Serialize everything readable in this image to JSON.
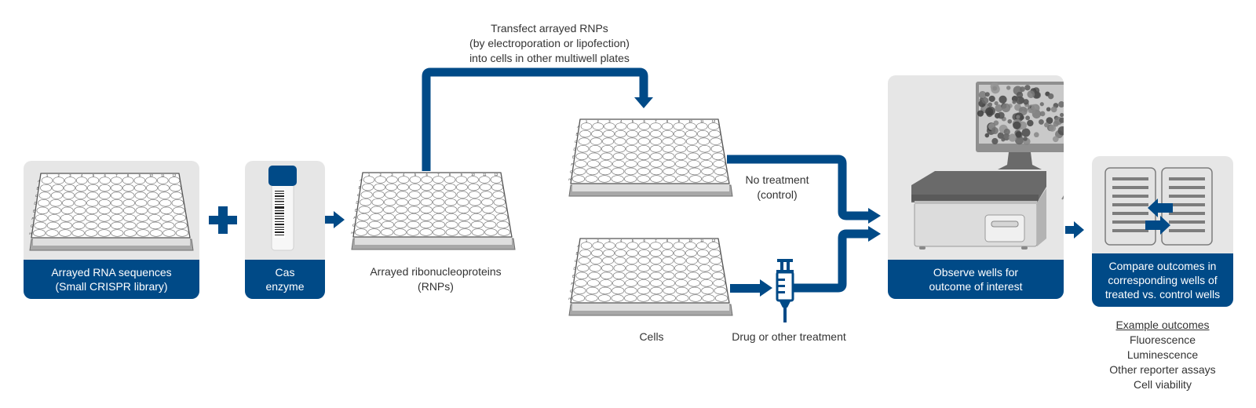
{
  "colors": {
    "accent": "#004a87",
    "panel_bg": "#e6e6e6",
    "text": "#333333"
  },
  "steps": {
    "library": {
      "label_line1": "Arrayed RNA sequences",
      "label_line2": "(Small CRISPR library)"
    },
    "cas": {
      "label_line1": "Cas",
      "label_line2": "enzyme"
    },
    "rnp": {
      "caption_line1": "Arrayed ribonucleoproteins",
      "caption_line2": "(RNPs)"
    },
    "transfect": {
      "line1": "Transfect arrayed RNPs",
      "line2": "(by electroporation or lipofection)",
      "line3": "into cells in other multiwell plates"
    },
    "control": {
      "line1": "No treatment",
      "line2": "(control)"
    },
    "cells": {
      "caption": "Cells"
    },
    "drug": {
      "caption": "Drug or other treatment"
    },
    "observe": {
      "label_line1": "Observe wells for",
      "label_line2": "outcome of interest"
    },
    "compare": {
      "label_line1": "Compare outcomes in",
      "label_line2": "corresponding wells of",
      "label_line3": "treated vs. control wells"
    }
  },
  "outcomes": {
    "header": "Example outcomes",
    "items": [
      "Fluorescence",
      "Luminescence",
      "Other reporter assays",
      "Cell viability"
    ]
  },
  "plate": {
    "rows": [
      "A",
      "B",
      "C",
      "D",
      "E",
      "F",
      "G",
      "H"
    ],
    "cols": [
      "1",
      "2",
      "3",
      "4",
      "5",
      "6",
      "7",
      "8",
      "9",
      "10",
      "11",
      "12"
    ]
  },
  "icons": {
    "plus": "plus-icon",
    "arrow": "arrow-right-icon",
    "tube": "tube-icon",
    "syringe": "syringe-icon",
    "microscope": "imager-icon",
    "monitor": "monitor-icon",
    "documents": "document-compare-icon"
  }
}
